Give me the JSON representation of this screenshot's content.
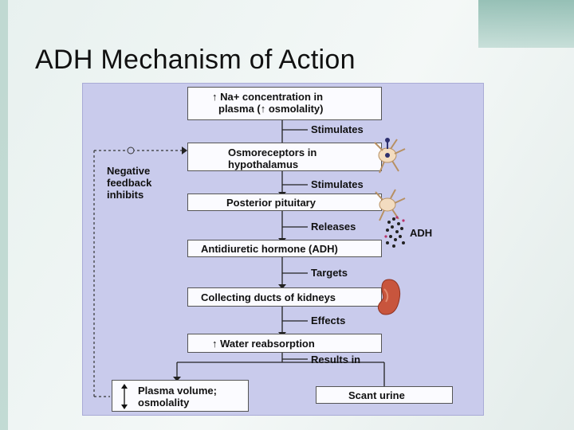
{
  "slide": {
    "title": "ADH Mechanism of Action"
  },
  "flow": {
    "steps": [
      {
        "line1": "↑ Na+ concentration in",
        "line2": "plasma (↑ osmolality)"
      },
      {
        "line1": "Osmoreceptors in",
        "line2": "hypothalamus"
      },
      {
        "text": "Posterior pituitary"
      },
      {
        "text": "Antidiuretic hormone (ADH)"
      },
      {
        "text": "Collecting ducts of kidneys"
      },
      {
        "text": "↑ Water reabsorption"
      },
      {
        "line1": "Plasma volume;",
        "line2": "osmolality"
      },
      {
        "text": "Scant urine"
      }
    ],
    "connectors": [
      "Stimulates",
      "Stimulates",
      "Releases",
      "Targets",
      "Effects",
      "Results in"
    ],
    "feedback": {
      "line1": "Negative",
      "line2": "feedback",
      "line3": "inhibits"
    },
    "adh_label": "ADH",
    "colors": {
      "panel": "#c9cbec",
      "box": "#fbfbff",
      "kidney": "#c8553d",
      "neuron": "#f3dcc0"
    }
  }
}
